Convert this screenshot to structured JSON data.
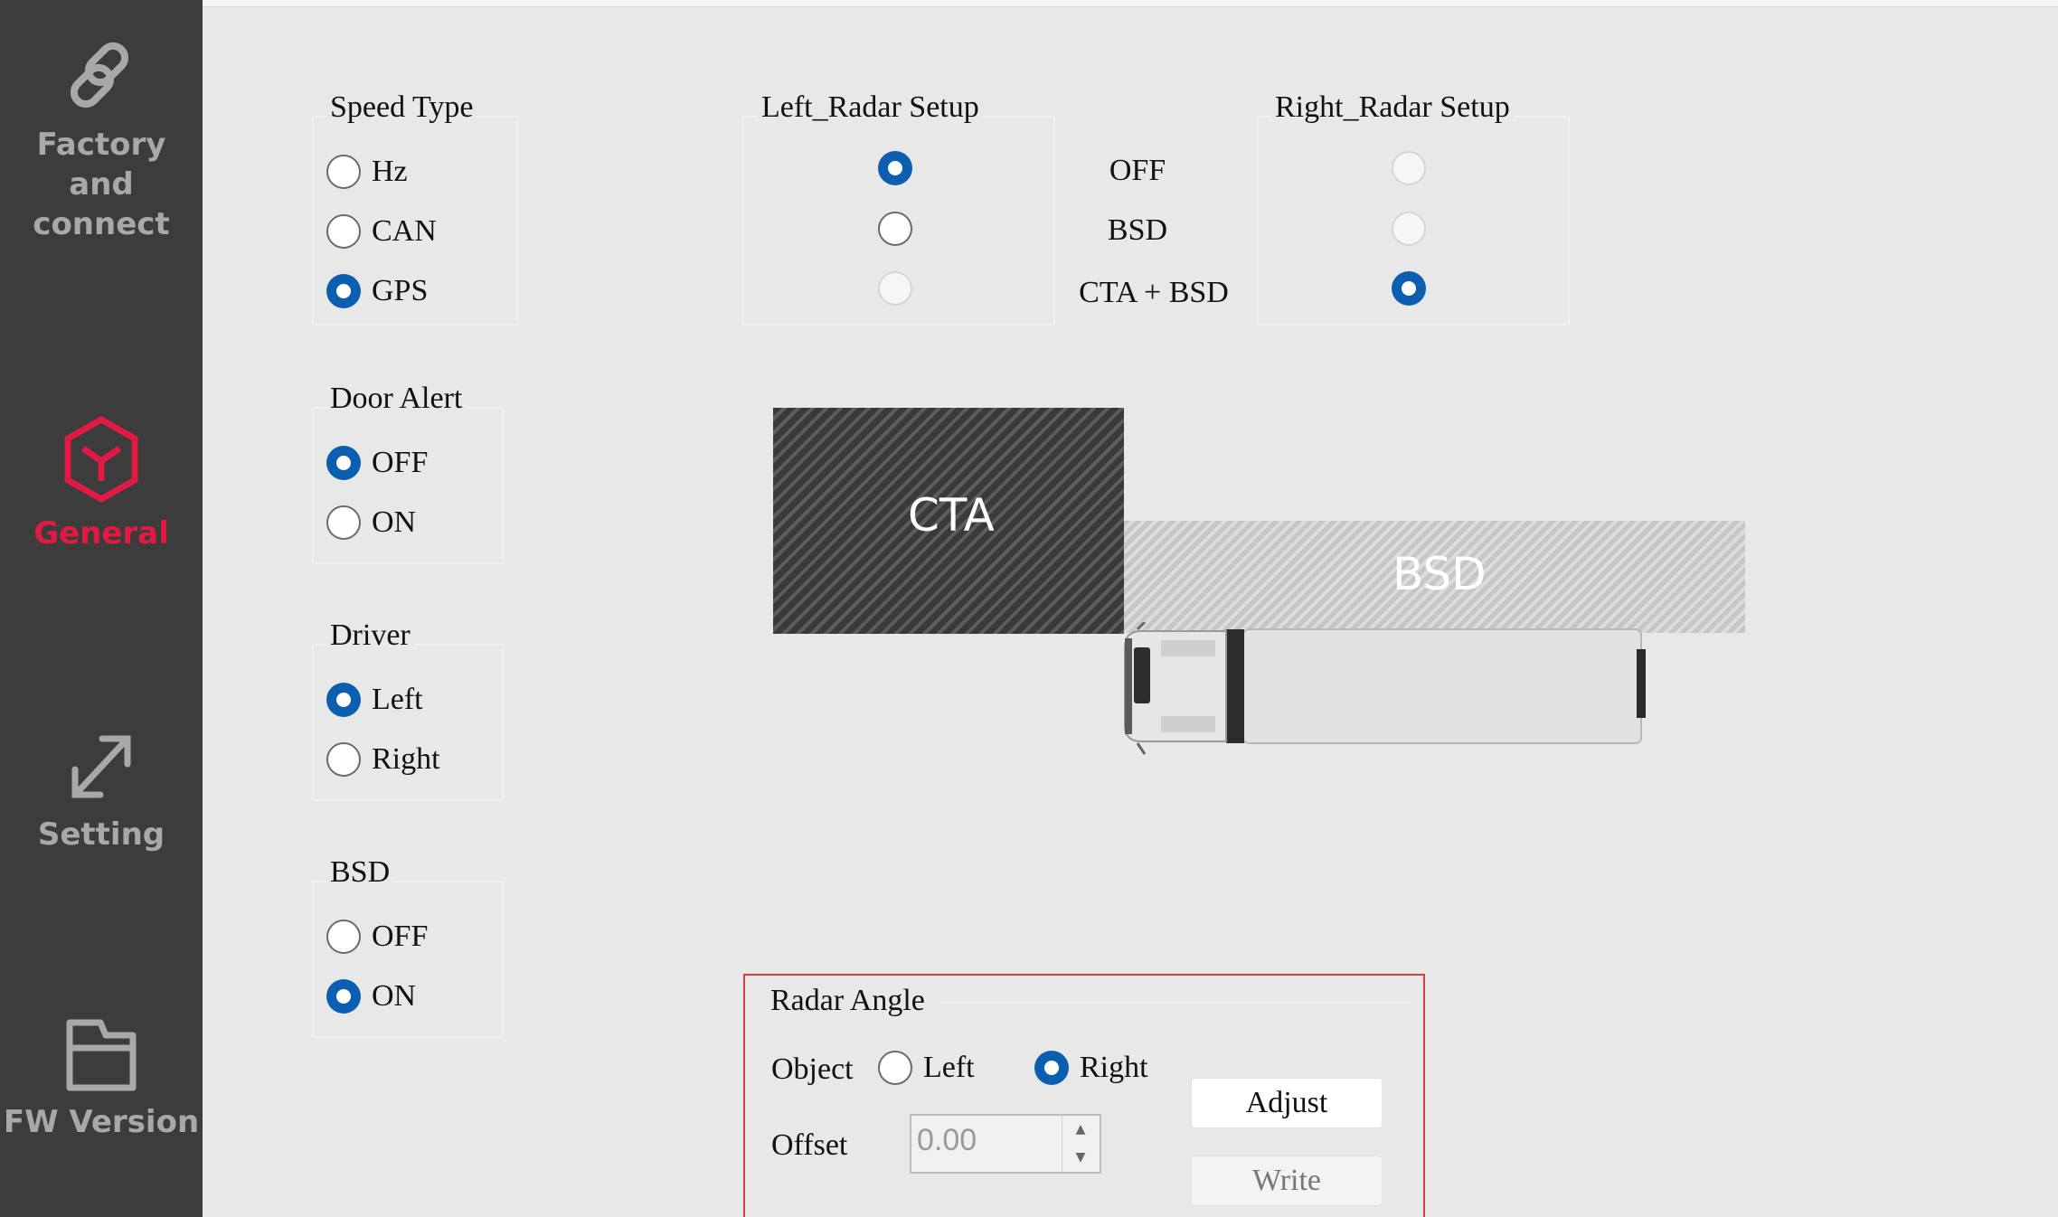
{
  "sidebar": {
    "items": [
      {
        "label_lines": [
          "Factory",
          "and",
          "connect"
        ],
        "icon": "link-icon",
        "active": false
      },
      {
        "label": "General",
        "icon": "cube-icon",
        "active": true
      },
      {
        "label": "Setting",
        "icon": "resize-arrow-icon",
        "active": false
      },
      {
        "label": "FW Version",
        "icon": "folder-icon",
        "active": false
      }
    ]
  },
  "speed_type": {
    "title": "Speed Type",
    "options": [
      {
        "label": "Hz",
        "checked": false
      },
      {
        "label": "CAN",
        "checked": false
      },
      {
        "label": "GPS",
        "checked": true
      }
    ]
  },
  "door_alert": {
    "title": "Door Alert",
    "options": [
      {
        "label": "OFF",
        "checked": true
      },
      {
        "label": "ON",
        "checked": false
      }
    ]
  },
  "driver": {
    "title": "Driver",
    "options": [
      {
        "label": "Left",
        "checked": true
      },
      {
        "label": "Right",
        "checked": false
      }
    ]
  },
  "bsd": {
    "title": "BSD",
    "options": [
      {
        "label": "OFF",
        "checked": false
      },
      {
        "label": "ON",
        "checked": true
      }
    ]
  },
  "radar_modes": [
    "OFF",
    "BSD",
    "CTA + BSD"
  ],
  "left_radar": {
    "title": "Left_Radar Setup",
    "selected": "OFF",
    "disabled_options": [
      "CTA + BSD"
    ]
  },
  "right_radar": {
    "title": "Right_Radar Setup",
    "selected": "CTA + BSD",
    "disabled_options": [
      "OFF",
      "BSD"
    ]
  },
  "diagram": {
    "cta_label": "CTA",
    "bsd_label": "BSD"
  },
  "radar_angle": {
    "title": "Radar Angle",
    "object_label": "Object",
    "object_options": [
      {
        "label": "Left",
        "checked": false
      },
      {
        "label": "Right",
        "checked": true
      }
    ],
    "offset_label": "Offset",
    "offset_value": "0.00",
    "adjust_label": "Adjust",
    "write_label": "Write"
  },
  "colors": {
    "accent_active": "#e01a43",
    "radio_checked": "#0c5fb0",
    "sidebar_bg": "#3c3c3c",
    "panel_highlight": "#d6413a"
  }
}
